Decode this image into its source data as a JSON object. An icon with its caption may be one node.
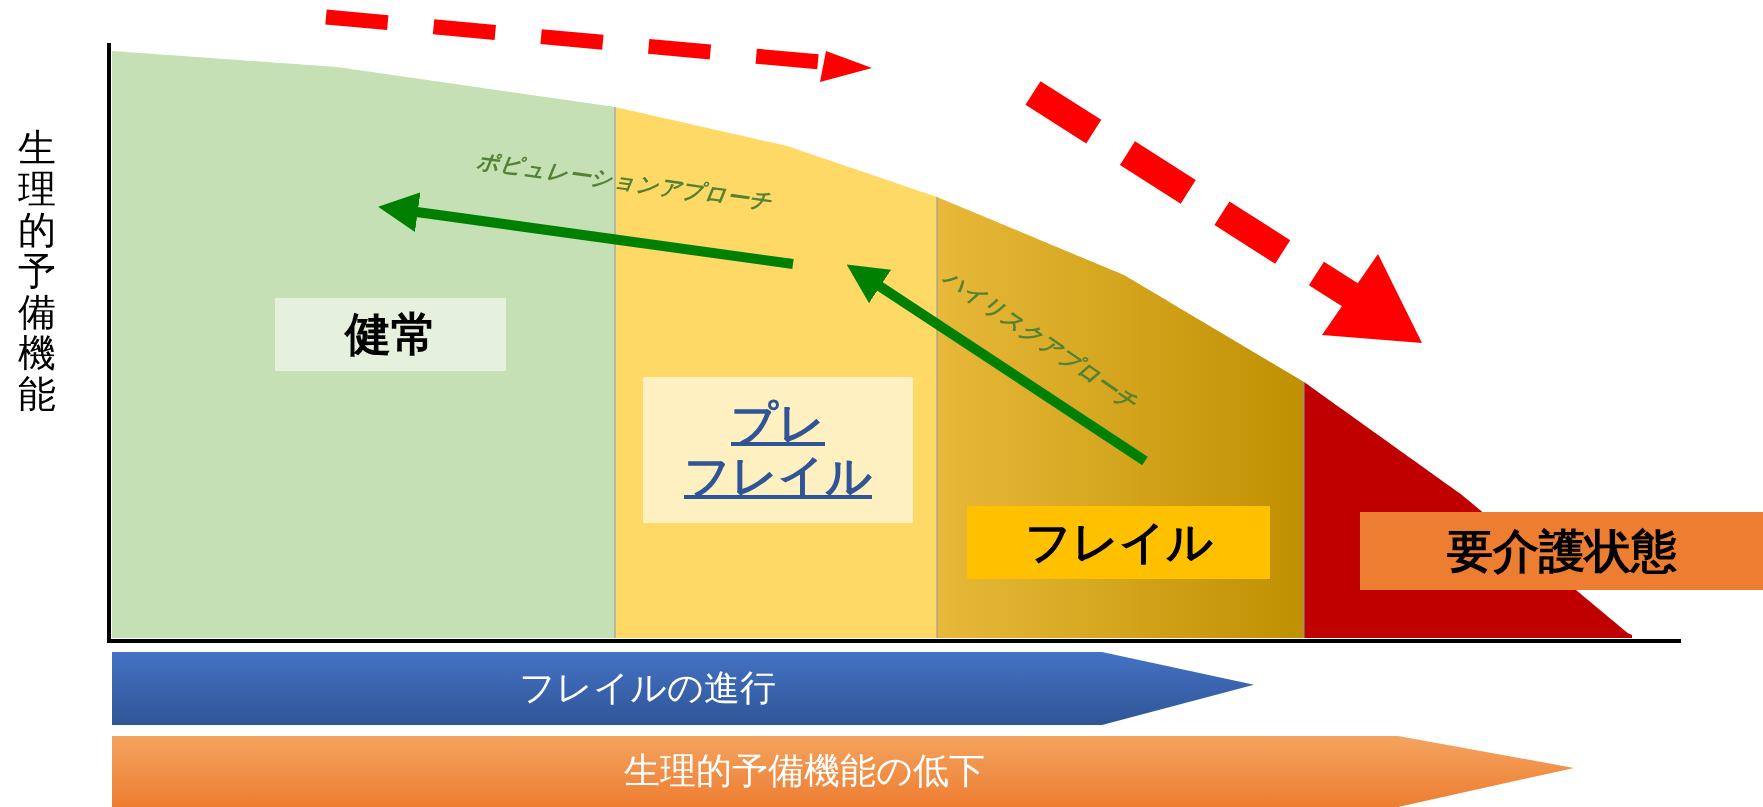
{
  "diagram": {
    "nodes": [
      {
        "text": [
          "健常"
        ]
      },
      {
        "text": [
          "プレ",
          "フレイル"
        ]
      },
      {
        "text": [
          "フレイル"
        ]
      },
      {
        "text": [
          "要介護状態"
        ]
      },
      {
        "text": [
          "フレイルの進行"
        ]
      },
      {
        "text": [
          "生理的予備機能の低下"
        ]
      }
    ],
    "edges": [
      {
        "from": 1,
        "to": 0,
        "arrow": "to",
        "label": "ポピュレーションアプローチ"
      },
      {
        "from": 2,
        "to": 1,
        "arrow": "to",
        "label": "ハイリスクアプローチ"
      }
    ],
    "labels": [
      "生理的予備機能"
    ]
  }
}
